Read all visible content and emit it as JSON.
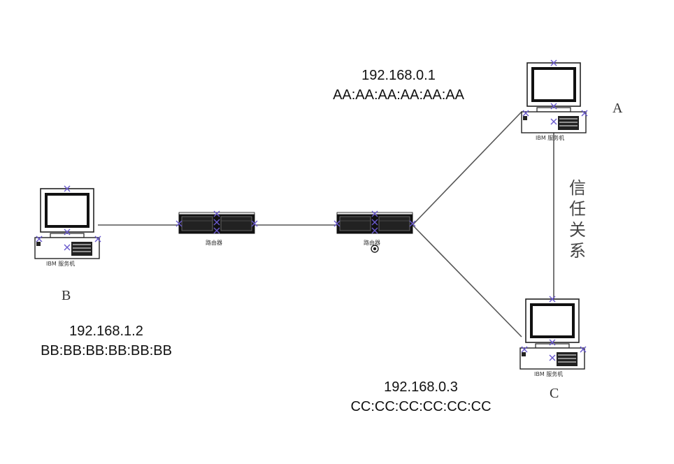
{
  "hosts": {
    "A": {
      "letter": "A",
      "ip": "192.168.0.1",
      "mac": "AA:AA:AA:AA:AA:AA",
      "caption": "IBM 服务机"
    },
    "B": {
      "letter": "B",
      "ip": "192.168.1.2",
      "mac": "BB:BB:BB:BB:BB:BB",
      "caption": "IBM 服务机"
    },
    "C": {
      "letter": "C",
      "ip": "192.168.0.3",
      "mac": "CC:CC:CC:CC:CC:CC",
      "caption": "IBM 服务机"
    }
  },
  "routers": [
    {
      "caption": "路由器"
    },
    {
      "caption": "路由器"
    }
  ],
  "trust_label": [
    "信",
    "任",
    "关",
    "系"
  ],
  "colors": {
    "line": "#555555",
    "marker": "#6a5acd"
  }
}
